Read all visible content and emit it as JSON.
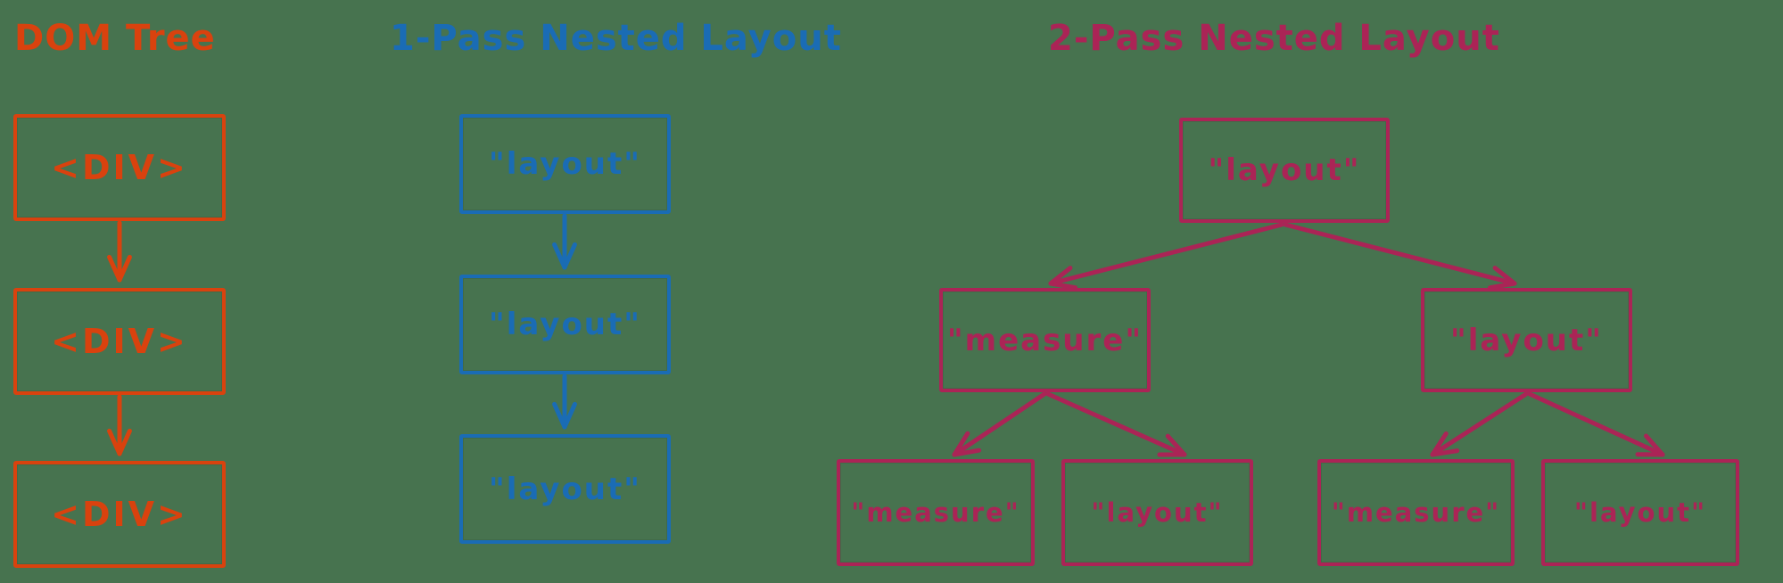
{
  "diagram": {
    "background": "#47734f",
    "dom_tree": {
      "title": "DOM Tree",
      "color": "#d9420e",
      "nodes": [
        "<DIV>",
        "<DIV>",
        "<DIV>"
      ]
    },
    "one_pass": {
      "title": "1-Pass Nested Layout",
      "color": "#1a6cb5",
      "nodes": [
        "\"layout\"",
        "\"layout\"",
        "\"layout\""
      ]
    },
    "two_pass": {
      "title": "2-Pass Nested Layout",
      "color": "#ab2456",
      "root": "\"layout\"",
      "level2": [
        "\"measure\"",
        "\"layout\""
      ],
      "level3": [
        "\"measure\"",
        "\"layout\"",
        "\"measure\"",
        "\"layout\""
      ]
    }
  }
}
